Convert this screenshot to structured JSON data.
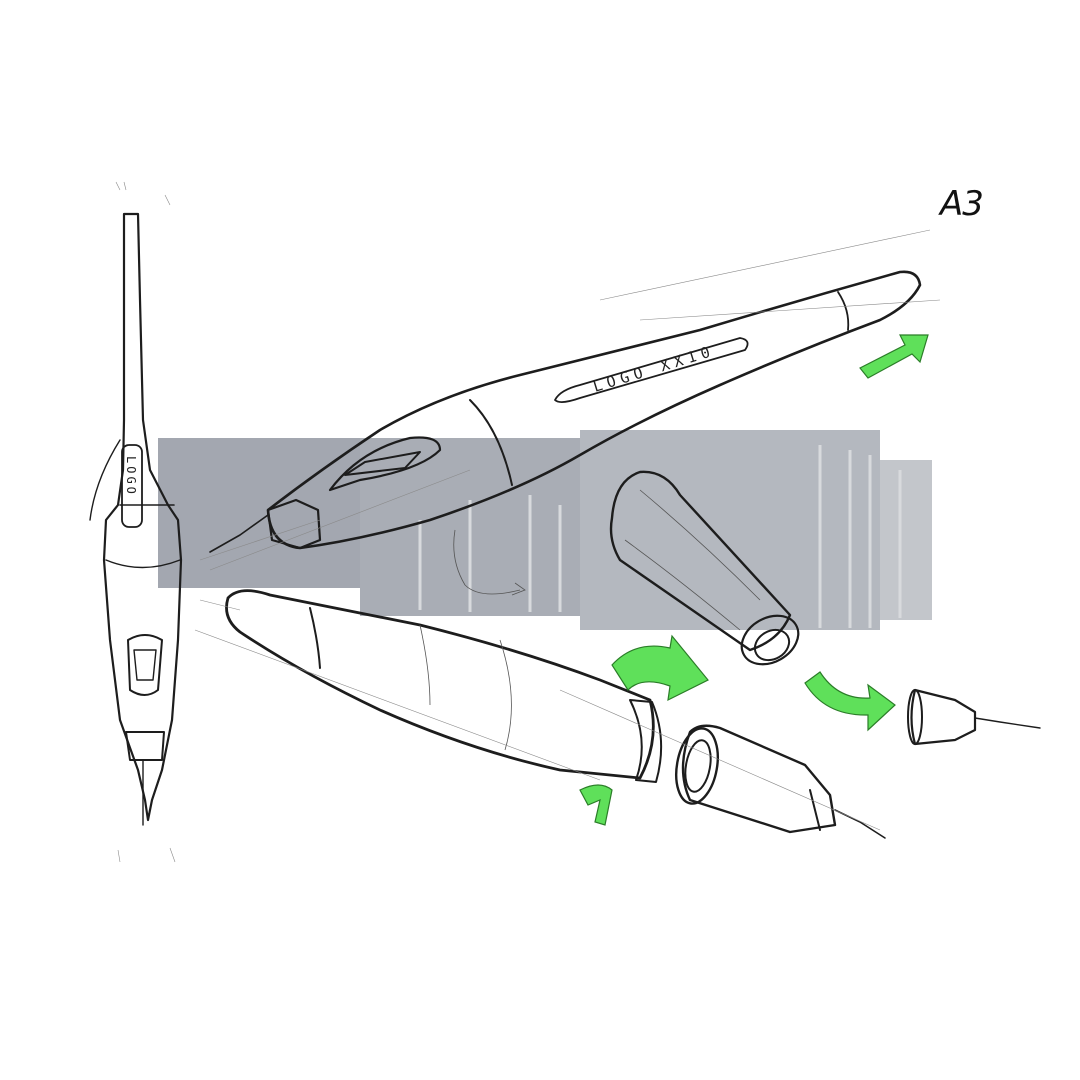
{
  "sheet": {
    "label": "A3",
    "logo_text_main": "LOGO XX10",
    "logo_text_side": "LOGO"
  },
  "colors": {
    "ink": "#1d1d1d",
    "marker_grey": "#9a9ea8",
    "arrow_green": "#5fe05a",
    "paper": "#ffffff"
  }
}
